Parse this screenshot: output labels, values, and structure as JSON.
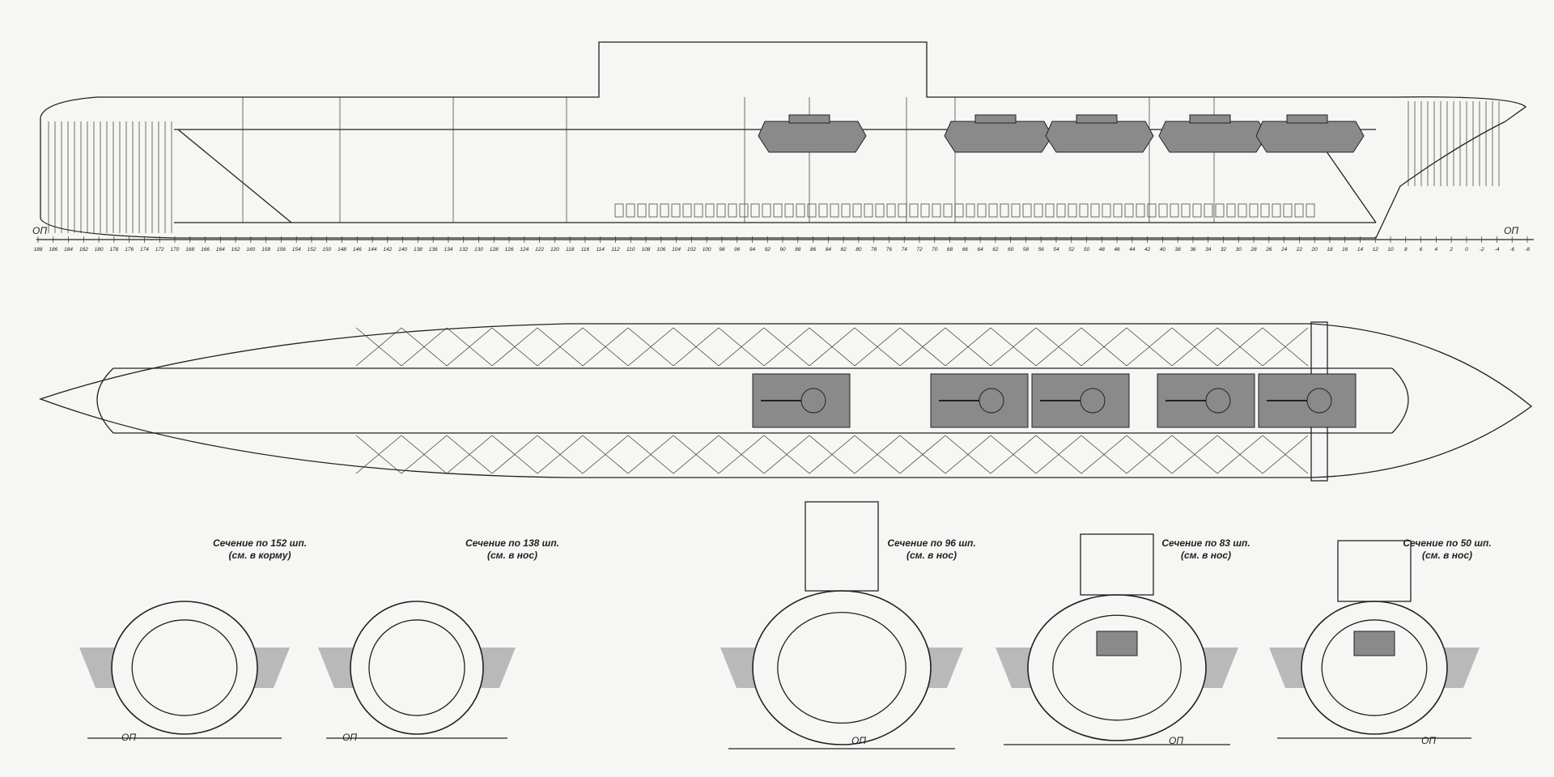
{
  "drawing": {
    "baseline_label": "ОП",
    "frame_scale": {
      "labels": [
        "188",
        "186",
        "184",
        "182",
        "180",
        "178",
        "176",
        "174",
        "172",
        "170",
        "168",
        "166",
        "164",
        "162",
        "160",
        "158",
        "156",
        "154",
        "152",
        "150",
        "148",
        "146",
        "144",
        "142",
        "140",
        "138",
        "136",
        "134",
        "132",
        "130",
        "128",
        "126",
        "124",
        "122",
        "120",
        "118",
        "116",
        "114",
        "112",
        "110",
        "108",
        "106",
        "104",
        "102",
        "100",
        "98",
        "96",
        "94",
        "92",
        "90",
        "88",
        "86",
        "84",
        "82",
        "80",
        "78",
        "76",
        "74",
        "72",
        "70",
        "68",
        "66",
        "64",
        "62",
        "60",
        "58",
        "56",
        "54",
        "52",
        "50",
        "48",
        "46",
        "44",
        "42",
        "40",
        "38",
        "36",
        "34",
        "32",
        "30",
        "28",
        "26",
        "24",
        "22",
        "20",
        "18",
        "16",
        "14",
        "12",
        "10",
        "8",
        "6",
        "4",
        "2",
        "0",
        "-2",
        "-4",
        "-6",
        "-8"
      ]
    },
    "sections": [
      {
        "title": "Сечение по 152 шп.",
        "subtitle": "(см. в корму)"
      },
      {
        "title": "Сечение по 138 шп.",
        "subtitle": "(см. в нос)"
      },
      {
        "title": "Сечение по 96 шп.",
        "subtitle": "(см. в нос)"
      },
      {
        "title": "Сечение по 83 шп.",
        "subtitle": "(см. в нос)"
      },
      {
        "title": "Сечение по 50 шп.",
        "subtitle": "(см. в нос)"
      }
    ],
    "colors": {
      "line": "#222222",
      "tank_fill": "#8a8a8a",
      "ground": "#b9b9b9",
      "paper": "#f6f6f4"
    }
  }
}
